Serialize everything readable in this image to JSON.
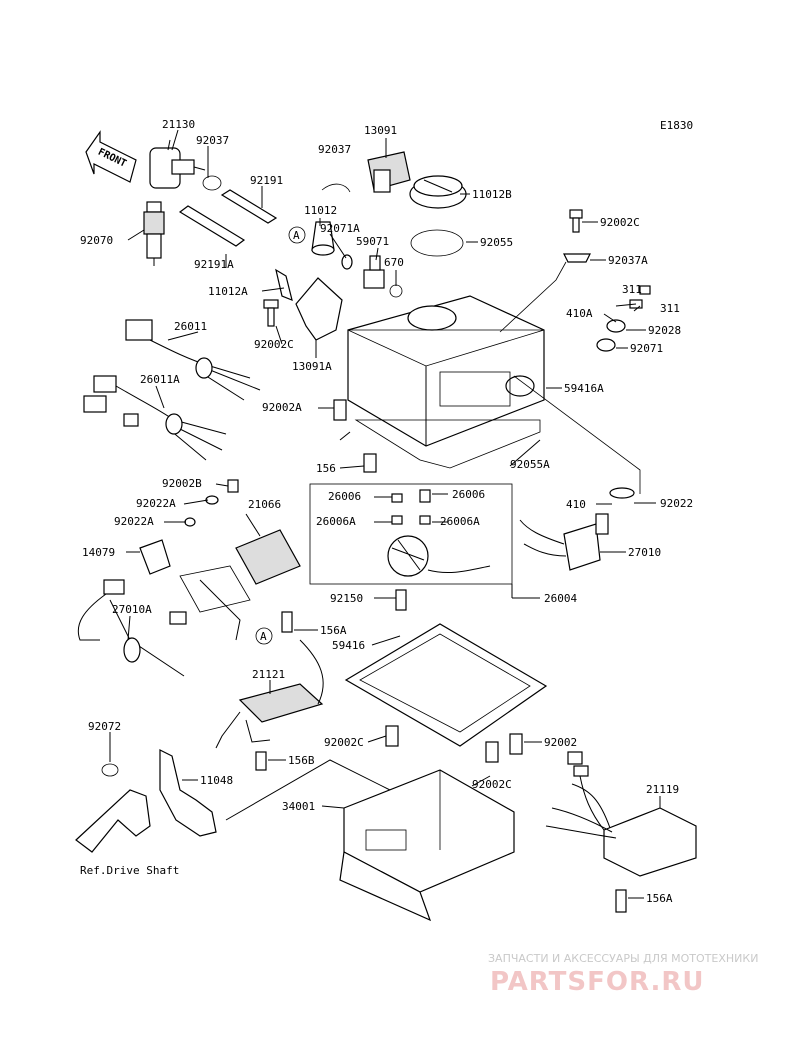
{
  "diagram_code": "E1830",
  "front_label": "FRONT",
  "labels": [
    {
      "id": "l21130",
      "text": "21130"
    },
    {
      "id": "l92037a",
      "text": "92037"
    },
    {
      "id": "l13091",
      "text": "13091"
    },
    {
      "id": "l92037b",
      "text": "92037"
    },
    {
      "id": "l92191",
      "text": "92191"
    },
    {
      "id": "l11012",
      "text": "11012"
    },
    {
      "id": "l11012b",
      "text": "11012B"
    },
    {
      "id": "l92070",
      "text": "92070"
    },
    {
      "id": "l92071a",
      "text": "92071A"
    },
    {
      "id": "l59071",
      "text": "59071"
    },
    {
      "id": "l92055",
      "text": "92055"
    },
    {
      "id": "l92002c1",
      "text": "92002C"
    },
    {
      "id": "l92191a",
      "text": "92191A"
    },
    {
      "id": "l670",
      "text": "670"
    },
    {
      "id": "l92037a2",
      "text": "92037A"
    },
    {
      "id": "l11012a",
      "text": "11012A"
    },
    {
      "id": "l311a",
      "text": "311"
    },
    {
      "id": "l311b",
      "text": "311"
    },
    {
      "id": "l410a",
      "text": "410A"
    },
    {
      "id": "l92028",
      "text": "92028"
    },
    {
      "id": "l26011",
      "text": "26011"
    },
    {
      "id": "l92002c2",
      "text": "92002C"
    },
    {
      "id": "l92071",
      "text": "92071"
    },
    {
      "id": "l13091a",
      "text": "13091A"
    },
    {
      "id": "l26011a",
      "text": "26011A"
    },
    {
      "id": "l59416a",
      "text": "59416A"
    },
    {
      "id": "l92002a",
      "text": "92002A"
    },
    {
      "id": "l156a",
      "text": "156"
    },
    {
      "id": "l92055a",
      "text": "92055A"
    },
    {
      "id": "l92002b",
      "text": "92002B"
    },
    {
      "id": "l26006a1",
      "text": "26006"
    },
    {
      "id": "l26006b1",
      "text": "26006"
    },
    {
      "id": "l410",
      "text": "410"
    },
    {
      "id": "l92022",
      "text": "92022"
    },
    {
      "id": "l92022a1",
      "text": "92022A"
    },
    {
      "id": "l21066",
      "text": "21066"
    },
    {
      "id": "l26006a2",
      "text": "26006A"
    },
    {
      "id": "l26006a3",
      "text": "26006A"
    },
    {
      "id": "l92022a2",
      "text": "92022A"
    },
    {
      "id": "l27010",
      "text": "27010"
    },
    {
      "id": "l14079",
      "text": "14079"
    },
    {
      "id": "l92150",
      "text": "92150"
    },
    {
      "id": "l26004",
      "text": "26004"
    },
    {
      "id": "l27010a",
      "text": "27010A"
    },
    {
      "id": "l156a2",
      "text": "156A"
    },
    {
      "id": "l59416",
      "text": "59416"
    },
    {
      "id": "l21121",
      "text": "21121"
    },
    {
      "id": "l92072",
      "text": "92072"
    },
    {
      "id": "l92002c3",
      "text": "92002C"
    },
    {
      "id": "l92002",
      "text": "92002"
    },
    {
      "id": "l156b",
      "text": "156B"
    },
    {
      "id": "l11048",
      "text": "11048"
    },
    {
      "id": "l92002c4",
      "text": "92002C"
    },
    {
      "id": "l21119",
      "text": "21119"
    },
    {
      "id": "l34001",
      "text": "34001"
    },
    {
      "id": "l156a3",
      "text": "156A"
    },
    {
      "id": "lrefdrive",
      "text": "Ref.Drive Shaft"
    }
  ],
  "callout_marks": [
    "A",
    "A"
  ],
  "watermark": {
    "tagline": "ЗАПЧАСТИ И АКСЕССУАРЫ ДЛЯ МОТОТЕХНИКИ",
    "brand": "PARTSFOR.RU"
  }
}
